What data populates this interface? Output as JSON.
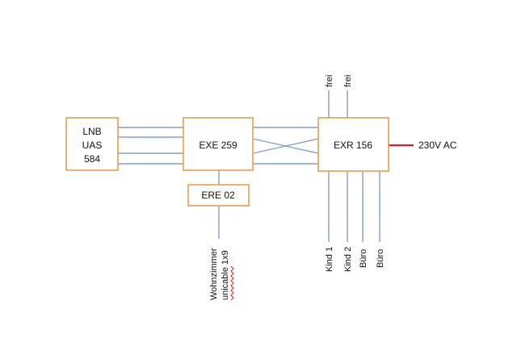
{
  "colors": {
    "box_border": "#f29a4a",
    "connector": "#7f9fcf",
    "power_line": "#e02020",
    "spellcheck_underline": "#e02020"
  },
  "nodes": {
    "lnb": {
      "lines": [
        "LNB",
        "UAS",
        "584"
      ]
    },
    "exe": {
      "label": "EXE 259"
    },
    "exr": {
      "label": "EXR 156"
    },
    "ere": {
      "label": "ERE 02"
    }
  },
  "power": {
    "label": "230V AC"
  },
  "outputs": {
    "top": [
      "frei",
      "frei"
    ],
    "bottom": [
      "Kind 1",
      "Kind 2",
      "Büro",
      "Büro"
    ],
    "ere_out": [
      "Wohnzimmer",
      "unicable 1x9"
    ]
  }
}
